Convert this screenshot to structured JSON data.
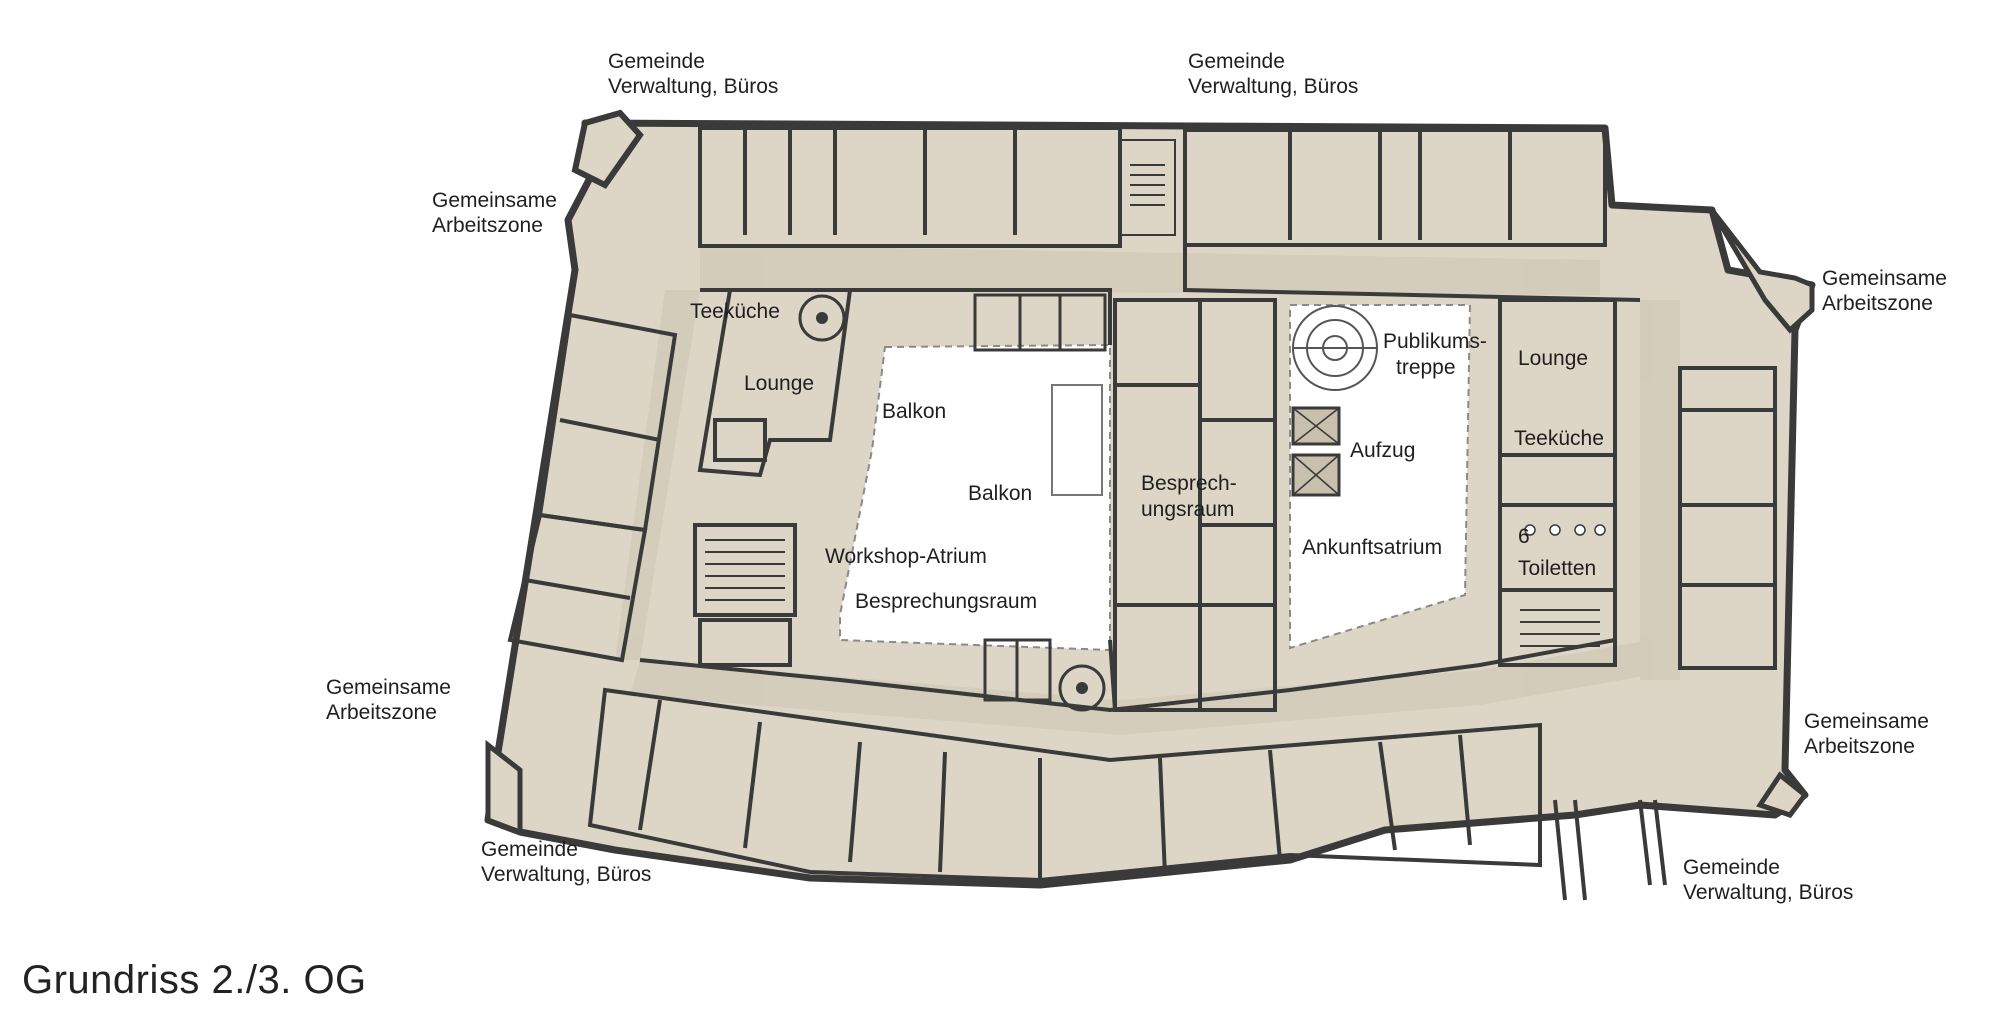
{
  "caption": "Grundriss 2./3. OG",
  "colors": {
    "floor": "#ddd6c6",
    "floor_dark": "#cfc7b4",
    "wall": "#3a3a3a",
    "open_court": "#ffffff"
  },
  "labels": {
    "offices_top_left": [
      "Gemeinde",
      "Verwaltung, Büros"
    ],
    "offices_top_right": [
      "Gemeinde",
      "Verwaltung, Büros"
    ],
    "work_zone_top_left": [
      "Gemeinsame",
      "Arbeitszone"
    ],
    "work_zone_top_right": [
      "Gemeinsame",
      "Arbeitszone"
    ],
    "work_zone_bottom_left": [
      "Gemeinsame",
      "Arbeitszone"
    ],
    "work_zone_bottom_right": [
      "Gemeinsame",
      "Arbeitszone"
    ],
    "offices_bottom_left": [
      "Gemeinde",
      "Verwaltung, Büros"
    ],
    "offices_bottom_right": [
      "Gemeinde",
      "Verwaltung, Büros"
    ],
    "teekueche_left": "Teeküche",
    "lounge_left": "Lounge",
    "balkon_top": "Balkon",
    "balkon_center": "Balkon",
    "workshop_atrium": "Workshop-Atrium",
    "besprechungsraum_center": "Besprechungsraum",
    "besprechungsraum_split": [
      "Besprech-",
      "ungsraum"
    ],
    "publikumstreppe": [
      "Publikums-",
      "treppe"
    ],
    "aufzug": "Aufzug",
    "ankunftsatrium": "Ankunftsatrium",
    "lounge_right": "Lounge",
    "teekueche_right": "Teeküche",
    "toiletten_number": "6",
    "toiletten": "Toiletten"
  }
}
